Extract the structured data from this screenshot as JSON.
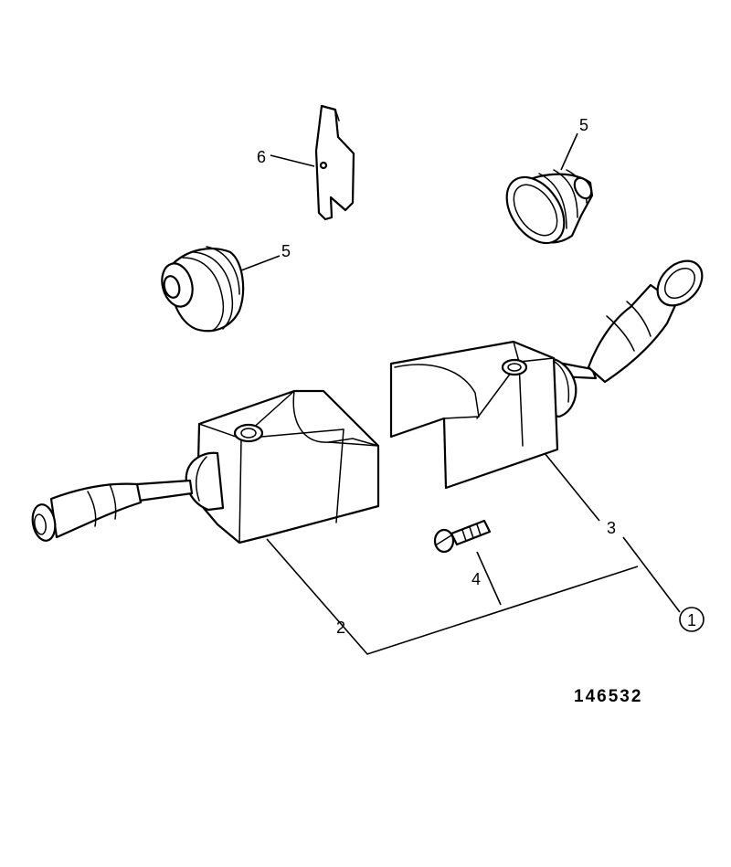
{
  "callouts": {
    "one": "1",
    "two": "2",
    "three": "3",
    "four": "4",
    "five_right": "5",
    "five_left": "5",
    "six": "6"
  },
  "figure_number": "146532"
}
